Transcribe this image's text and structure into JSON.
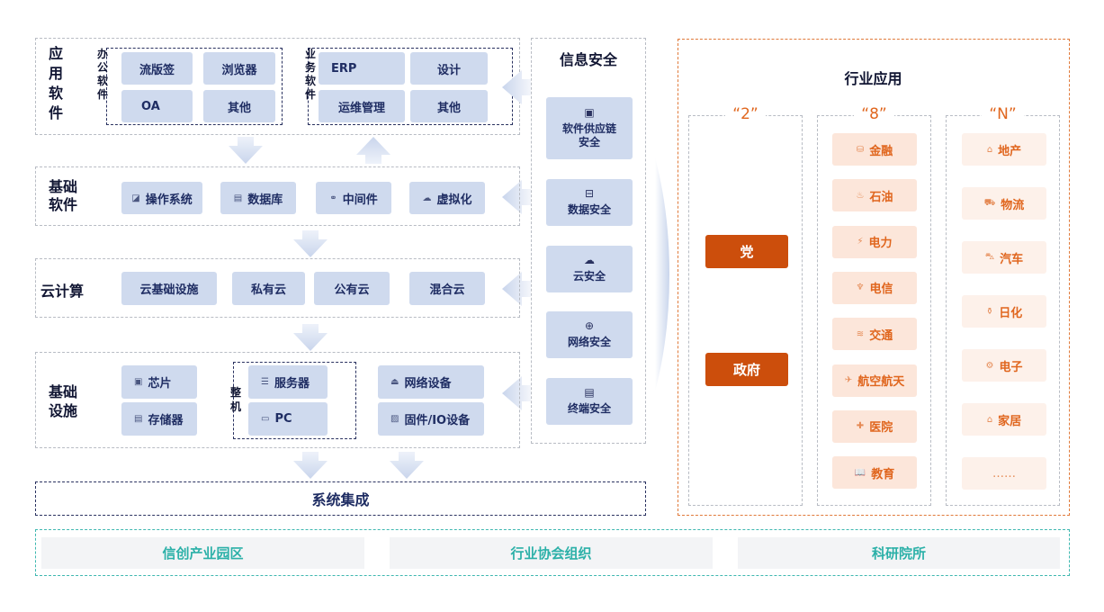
{
  "app_software": {
    "label": "应用软件",
    "office": {
      "label": "办公软件",
      "items": [
        "流版签",
        "浏览器",
        "OA",
        "其他"
      ]
    },
    "business": {
      "label": "业务软件",
      "items": [
        "ERP",
        "设计",
        "运维管理",
        "其他"
      ]
    }
  },
  "base_software": {
    "label": "基础软件",
    "items": [
      {
        "icon": "monitor-icon",
        "glyph": "◪",
        "label": "操作系统"
      },
      {
        "icon": "database-icon",
        "glyph": "▤",
        "label": "数据库"
      },
      {
        "icon": "link-icon",
        "glyph": "⚭",
        "label": "中间件"
      },
      {
        "icon": "cloud-layer-icon",
        "glyph": "☁",
        "label": "虚拟化"
      }
    ]
  },
  "cloud": {
    "label": "云计算",
    "items": [
      "云基础设施",
      "私有云",
      "公有云",
      "混合云"
    ]
  },
  "infra": {
    "label": "基础设施",
    "chip": {
      "glyph": "▣",
      "label": "芯片"
    },
    "storage": {
      "glyph": "▤",
      "label": "存储器"
    },
    "machine_label": "整机",
    "server": {
      "glyph": "☰",
      "label": "服务器"
    },
    "pc": {
      "glyph": "▭",
      "label": "PC"
    },
    "network": {
      "glyph": "⏏",
      "label": "网络设备"
    },
    "firmware": {
      "glyph": "▨",
      "label": "固件/IO设备"
    }
  },
  "integration": {
    "label": "系统集成"
  },
  "security": {
    "title": "信息安全",
    "items": [
      {
        "glyph": "▣",
        "label": "软件供应链安全"
      },
      {
        "glyph": "⊟",
        "label": "数据安全"
      },
      {
        "glyph": "☁",
        "label": "云安全"
      },
      {
        "glyph": "⊕",
        "label": "网络安全"
      },
      {
        "glyph": "▤",
        "label": "终端安全"
      }
    ]
  },
  "industry": {
    "title": "行业应用",
    "col2": {
      "tag": "“2”",
      "items": [
        "党",
        "政府"
      ]
    },
    "col8": {
      "tag": "“8”",
      "items": [
        {
          "glyph": "⛁",
          "label": "金融"
        },
        {
          "glyph": "♨",
          "label": "石油"
        },
        {
          "glyph": "⚡",
          "label": "电力"
        },
        {
          "glyph": "♆",
          "label": "电信"
        },
        {
          "glyph": "≋",
          "label": "交通"
        },
        {
          "glyph": "✈",
          "label": "航空航天"
        },
        {
          "glyph": "✚",
          "label": "医院"
        },
        {
          "glyph": "📖",
          "label": "教育"
        }
      ]
    },
    "colN": {
      "tag": "“N”",
      "items": [
        {
          "glyph": "⌂",
          "label": "地产"
        },
        {
          "glyph": "⛟",
          "label": "物流"
        },
        {
          "glyph": "⛍",
          "label": "汽车"
        },
        {
          "glyph": "⚱",
          "label": "日化"
        },
        {
          "glyph": "⚙",
          "label": "电子"
        },
        {
          "glyph": "⌂",
          "label": "家居"
        },
        {
          "glyph": "",
          "label": "……"
        }
      ]
    }
  },
  "footer": {
    "items": [
      "信创产业园区",
      "行业协会组织",
      "科研院所"
    ]
  }
}
